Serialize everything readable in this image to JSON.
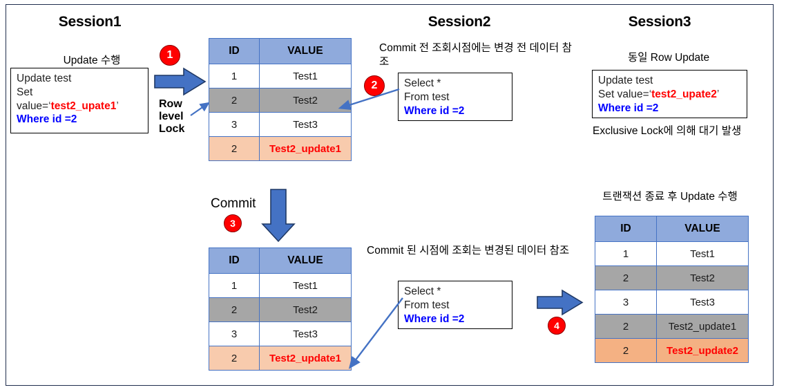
{
  "diagram": {
    "title_row": [
      {
        "label": "Session1"
      },
      {
        "label": "Session2"
      },
      {
        "label": "Session3"
      }
    ]
  },
  "session1": {
    "caption": "Update 수행",
    "code": {
      "l1": "Update test",
      "l2": "Set",
      "l3_prefix": "value=",
      "l3_q1": "‘",
      "l3_value": "test2_upate1",
      "l3_q2": "’",
      "l4": "Where id =2"
    },
    "step": "1",
    "lock_label_lines": [
      "Row",
      "level",
      "Lock"
    ],
    "commit_label": "Commit",
    "commit_step": "3"
  },
  "session2": {
    "caption_top": "Commit 전 조회시점에는 변경 전 데이터 참조",
    "caption_bottom": "Commit 된 시점에 조회는 변경된 데이터 참조",
    "step_top": "2",
    "step_bottom": "4",
    "query_top": {
      "l1": "Select *",
      "l2": "From test",
      "l3": "Where id =2"
    },
    "query_bottom": {
      "l1": "Select *",
      "l2": "From test",
      "l3": "Where id =2"
    }
  },
  "session3": {
    "caption": "동일 Row Update",
    "code": {
      "l1": "Update test",
      "l2_prefix": "Set value=",
      "l2_q1": "‘",
      "l2_value": "test2_upate2",
      "l2_q2": "’",
      "l3": "Where id =2"
    },
    "wait_note": "Exclusive Lock에 의해 대기 발생",
    "result_caption": "트랜잭션 종료 후 Update 수행"
  },
  "tables": {
    "headers": [
      "ID",
      "VALUE"
    ],
    "table1": {
      "name": "table-before-commit",
      "rows": [
        {
          "id": "1",
          "value": "Test1",
          "style": "plain"
        },
        {
          "id": "2",
          "value": "Test2",
          "style": "gray"
        },
        {
          "id": "3",
          "value": "Test3",
          "style": "plain"
        },
        {
          "id": "2",
          "value": "Test2_update1",
          "style": "orange-red"
        }
      ]
    },
    "table2": {
      "name": "table-after-commit",
      "rows": [
        {
          "id": "1",
          "value": "Test1",
          "style": "plain"
        },
        {
          "id": "2",
          "value": "Test2",
          "style": "gray"
        },
        {
          "id": "3",
          "value": "Test3",
          "style": "plain"
        },
        {
          "id": "2",
          "value": "Test2_update1",
          "style": "orange-red"
        }
      ]
    },
    "table3": {
      "name": "table-session3-result",
      "rows": [
        {
          "id": "1",
          "value": "Test1",
          "style": "plain"
        },
        {
          "id": "2",
          "value": "Test2",
          "style": "gray"
        },
        {
          "id": "3",
          "value": "Test3",
          "style": "plain"
        },
        {
          "id": "2",
          "value": "Test2_update1",
          "style": "gray"
        },
        {
          "id": "2",
          "value": "Test2_update2",
          "style": "orange2-red"
        }
      ]
    }
  },
  "colors": {
    "header_blue": "#8FAADC",
    "row_gray": "#A6A6A6",
    "row_orange_light": "#F8CBAD",
    "row_orange": "#F4B183",
    "arrow_blue": "#4472C4",
    "badge_red": "#FF0000",
    "text_blue": "#0000FF",
    "text_red": "#FF0000",
    "table_border": "#4472C4",
    "frame": "#1F2D4D"
  }
}
